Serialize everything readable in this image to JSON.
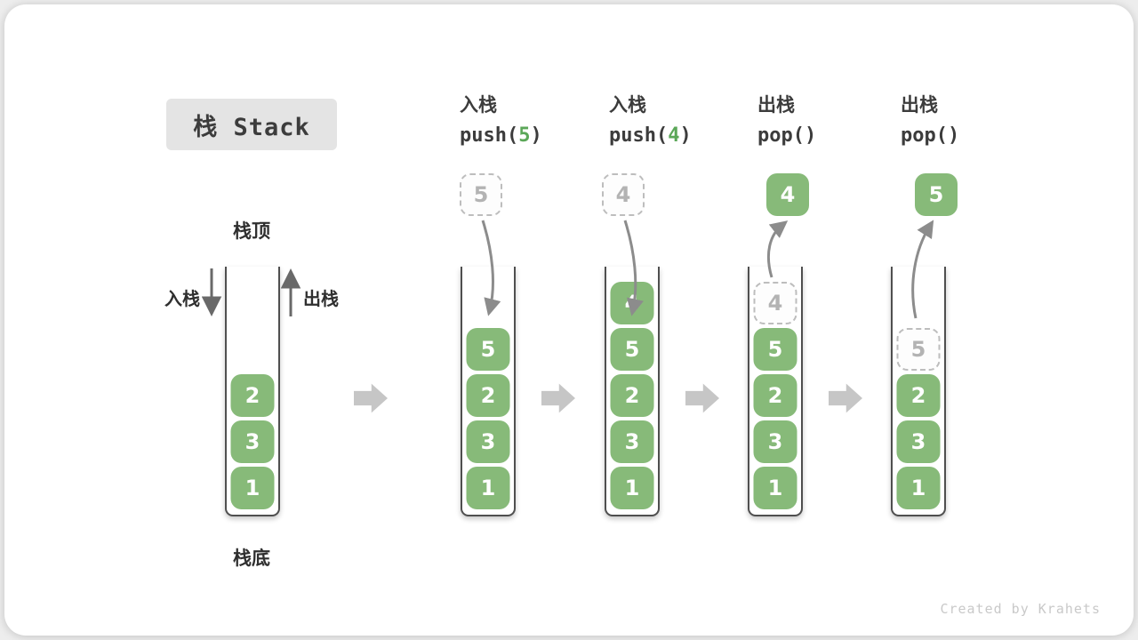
{
  "title": {
    "label": "栈 Stack"
  },
  "stack_labels": {
    "top": "栈顶",
    "bottom": "栈底",
    "push": "入栈",
    "pop": "出栈"
  },
  "operations": [
    {
      "label_cn": "入栈",
      "code_prefix": "push(",
      "code_arg": "5",
      "code_suffix": ")"
    },
    {
      "label_cn": "入栈",
      "code_prefix": "push(",
      "code_arg": "4",
      "code_suffix": ")"
    },
    {
      "label_cn": "出栈",
      "code_prefix": "pop(",
      "code_arg": "",
      "code_suffix": ")"
    },
    {
      "label_cn": "出栈",
      "code_prefix": "pop(",
      "code_arg": "",
      "code_suffix": ")"
    }
  ],
  "floating_boxes": [
    {
      "value": "5",
      "style": "ghost"
    },
    {
      "value": "4",
      "style": "ghost"
    },
    {
      "value": "4",
      "style": "solid"
    },
    {
      "value": "5",
      "style": "solid"
    }
  ],
  "stacks": [
    {
      "cells": [
        {
          "value": "2",
          "style": "solid"
        },
        {
          "value": "3",
          "style": "solid"
        },
        {
          "value": "1",
          "style": "solid"
        }
      ]
    },
    {
      "cells": [
        {
          "value": "5",
          "style": "solid"
        },
        {
          "value": "2",
          "style": "solid"
        },
        {
          "value": "3",
          "style": "solid"
        },
        {
          "value": "1",
          "style": "solid"
        }
      ]
    },
    {
      "cells": [
        {
          "value": "4",
          "style": "solid"
        },
        {
          "value": "5",
          "style": "solid"
        },
        {
          "value": "2",
          "style": "solid"
        },
        {
          "value": "3",
          "style": "solid"
        },
        {
          "value": "1",
          "style": "solid"
        }
      ]
    },
    {
      "cells": [
        {
          "value": "4",
          "style": "ghost"
        },
        {
          "value": "5",
          "style": "solid"
        },
        {
          "value": "2",
          "style": "solid"
        },
        {
          "value": "3",
          "style": "solid"
        },
        {
          "value": "1",
          "style": "solid"
        }
      ]
    },
    {
      "cells": [
        {
          "value": "5",
          "style": "ghost"
        },
        {
          "value": "2",
          "style": "solid"
        },
        {
          "value": "3",
          "style": "solid"
        },
        {
          "value": "1",
          "style": "solid"
        }
      ]
    }
  ],
  "watermark": "Created by Krahets",
  "colors": {
    "green": "#87ba79",
    "code_green": "#5ba758",
    "title_bg": "#e4e4e4",
    "dark_text": "#3c3c3c",
    "wall": "#4f4f4f",
    "ghost_border": "#bdbdbd",
    "ghost_text": "#b3b3b3",
    "block_arrow": "#c6c6c6",
    "curved_arrow": "#8c8c8c",
    "straight_arrow": "#696969",
    "watermark": "#c9c9c9"
  }
}
